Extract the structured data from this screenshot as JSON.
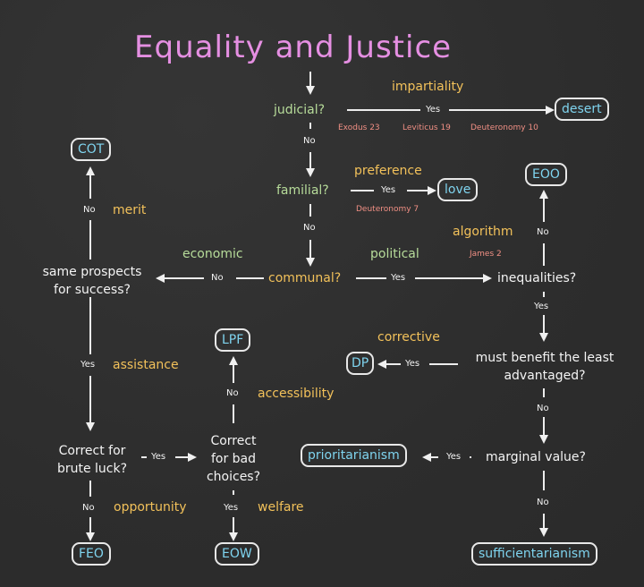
{
  "title": "Equality and Justice",
  "questions": {
    "judicial": "judicial?",
    "familial": "familial?",
    "communal": "communal?",
    "inequalities": "inequalities?",
    "same_prospects_line1": "same prospects",
    "same_prospects_line2": "for success?",
    "must_benefit_line1": "must benefit the least",
    "must_benefit_line2": "advantaged?",
    "marginal_value": "marginal value?",
    "brute_luck_line1": "Correct for",
    "brute_luck_line2": "brute luck?",
    "bad_choices_line1": "Correct",
    "bad_choices_line2": "for bad",
    "bad_choices_line3": "choices?"
  },
  "outcomes": {
    "desert": "desert",
    "love": "love",
    "cot": "COT",
    "eoo": "EOO",
    "dp": "DP",
    "lpf": "LPF",
    "prioritarianism": "prioritarianism",
    "feo": "FEO",
    "eow": "EOW",
    "sufficientarianism": "sufficientarianism"
  },
  "themes": {
    "impartiality": "impartiality",
    "preference": "preference",
    "merit": "merit",
    "algorithm": "algorithm",
    "corrective": "corrective",
    "assistance": "assistance",
    "accessibility": "accessibility",
    "opportunity": "opportunity",
    "welfare": "welfare"
  },
  "categories": {
    "economic": "economic",
    "political": "political"
  },
  "references": {
    "exodus": "Exodus 23",
    "leviticus": "Leviticus 19",
    "deuteronomy10": "Deuteronomy 10",
    "deuteronomy7": "Deuteronomy 7",
    "james": "James 2"
  },
  "edge_labels": {
    "yes": "Yes",
    "no": "No"
  },
  "colors": {
    "background": "#2e2e2e",
    "title": "#e58fe2",
    "outcome": "#7fd4ef",
    "theme": "#f2c15a",
    "category": "#b7dc9a",
    "reference": "#f08f84",
    "chalk": "#f4f4f4"
  }
}
